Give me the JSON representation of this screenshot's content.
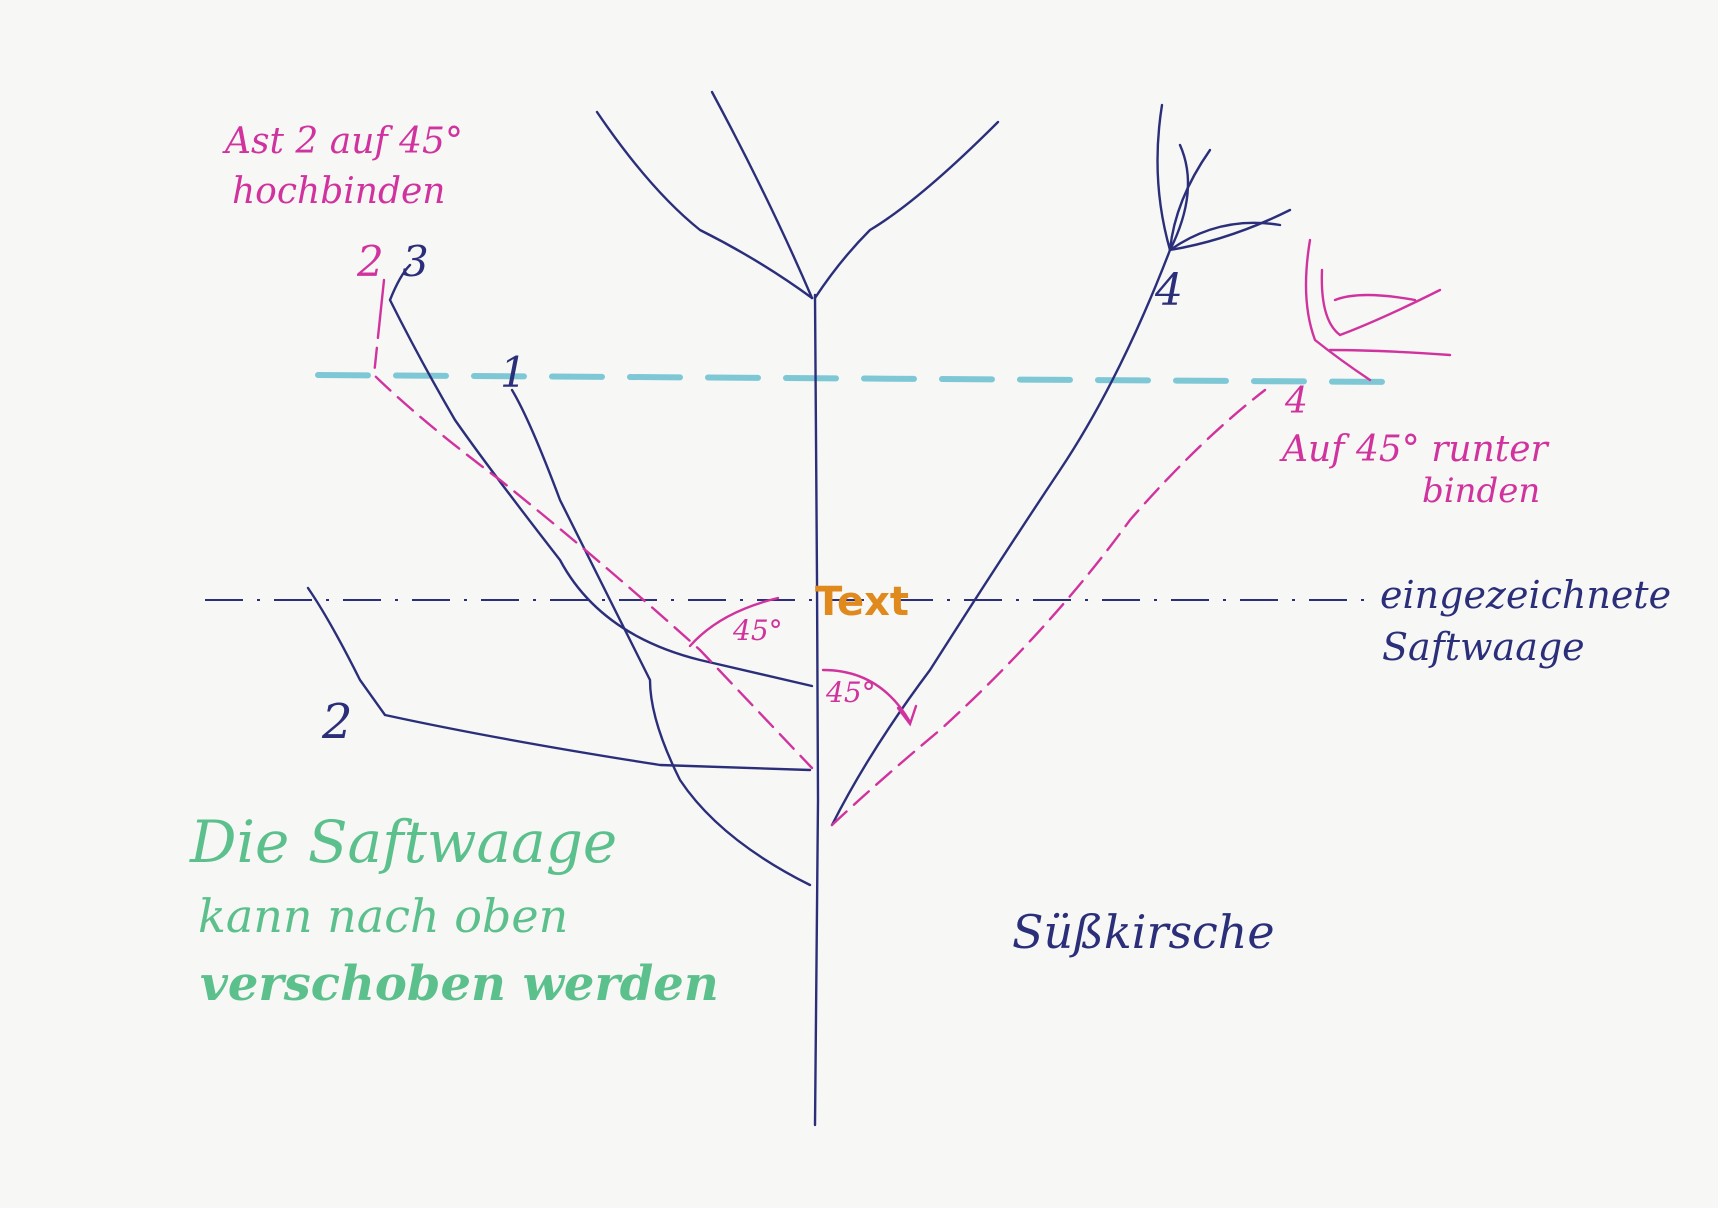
{
  "colors": {
    "paper": "#f7f7f6",
    "ink_blue": "#2b2f7a",
    "ink_magenta": "#d1339e",
    "ink_cyan": "#7ec8d6",
    "ink_green": "#5cc08c",
    "ink_teal": "#78c7c4",
    "overlay_orange": "#e08a1e"
  },
  "notes": {
    "top_left_line1": "Ast 2 auf 45°",
    "top_left_line2": "hochbinden",
    "right_line1": "Auf 45° runter",
    "right_line2": "binden",
    "saftwaage_line1": "eingezeichnete",
    "saftwaage_line2": "Saftwaage",
    "species": "Süßkirsche",
    "green_line1": "Die Saftwaage",
    "green_line2": "kann nach oben",
    "green_line3": "verschoben werden"
  },
  "branch_numbers": {
    "n1": "1",
    "n2_upper": "2",
    "n2_lower": "2",
    "n3": "3",
    "n4_tip": "4",
    "n4_bound": "4"
  },
  "angles": {
    "left": "45°",
    "right": "45°"
  },
  "overlay_label": "Text"
}
